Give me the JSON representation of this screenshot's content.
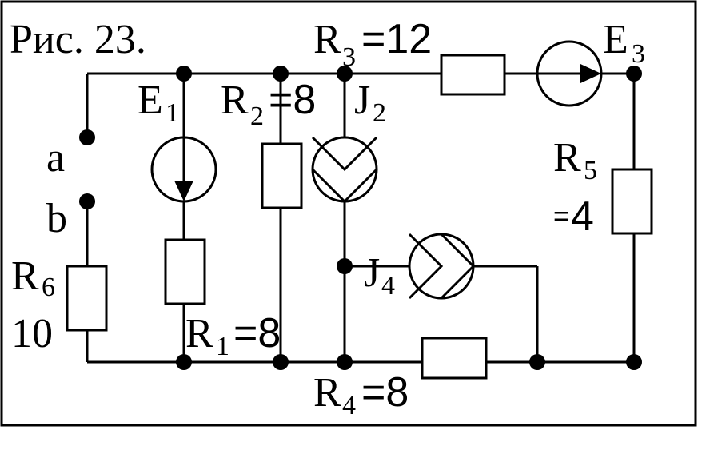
{
  "figure_label": "Рис. 23.",
  "terminals": {
    "a": "a",
    "b": "b"
  },
  "elements": {
    "R3": {
      "letter": "R",
      "sub": "3",
      "value": "=12"
    },
    "E3": {
      "letter": "E",
      "sub": "3"
    },
    "E1": {
      "letter": "E",
      "sub": "1"
    },
    "R2": {
      "letter": "R",
      "sub": "2",
      "value": "=8"
    },
    "J2": {
      "letter": "J",
      "sub": "2"
    },
    "R5": {
      "letter": "R",
      "sub": "5",
      "value_eq": "=",
      "value_num": "4"
    },
    "R6": {
      "letter": "R",
      "sub": "6",
      "value": "10"
    },
    "J4": {
      "letter": "J",
      "sub": "4"
    },
    "R1": {
      "letter": "R",
      "sub": "1",
      "value": "=8"
    },
    "R4": {
      "letter": "R",
      "sub": "4",
      "value": "=8"
    }
  }
}
